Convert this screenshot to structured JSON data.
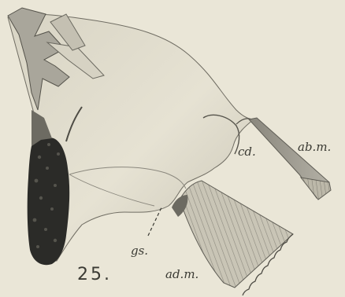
{
  "figure": {
    "number": "25.",
    "labels": {
      "cd": "cd.",
      "abm": "ab.m.",
      "gs": "gs.",
      "adm": "ad.m."
    }
  },
  "colors": {
    "paper": "#eae6d7",
    "ink": "#3a3a33",
    "stipple_dark": "#2b2b28",
    "shade": "#8c8a80"
  }
}
